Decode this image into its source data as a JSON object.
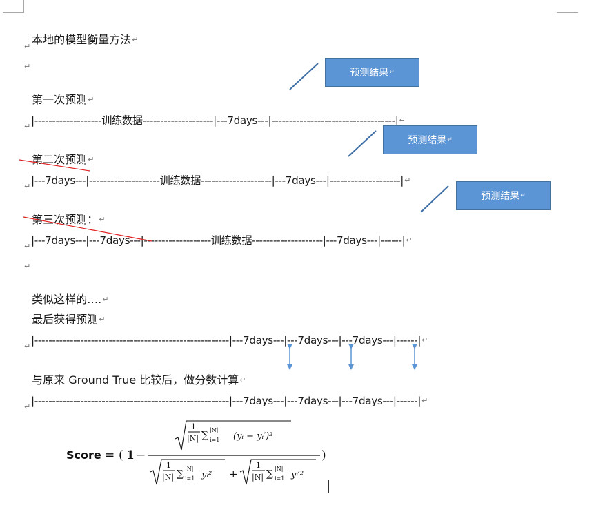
{
  "title": "本地的模型衡量方法",
  "para_mark": "↵",
  "rounds": [
    {
      "label": "第一次预测",
      "timeline": "|-------------------训练数据--------------------|---7days---|-----------------------------------|",
      "result_label": "预测结果"
    },
    {
      "label": "第二次预测",
      "timeline": "|---7days---|--------------------训练数据--------------------|---7days---|--------------------|",
      "result_label": "预测结果"
    },
    {
      "label": "第三次预测：",
      "timeline": "|---7days---|---7days---|-------------------训练数据--------------------|---7days---|------|",
      "result_label": "预测结果"
    }
  ],
  "similar_text": "类似这样的….",
  "final_label": "最后获得预测",
  "final_timeline": "|-------------------------------------------------------|---7days---|---7days---|---7days---|------|",
  "compare_text": "与原来 Ground True 比较后，做分数计算",
  "truth_timeline": "|-------------------------------------------------------|---7days---|---7days---|---7days---|------|",
  "formula": {
    "lhs": "Score",
    "eq": "=",
    "open": "(",
    "one": "1",
    "minus": "−",
    "frac_1": "1",
    "frac_N": "|N|",
    "sum": "∑",
    "sum_upper": "|N|",
    "sum_lower": "i=1",
    "num_term": "(yᵢ − yᵢ′)²",
    "den_term_a": "yᵢ²",
    "den_term_b": "yᵢ′²",
    "plus": "+",
    "close": ")"
  },
  "colors": {
    "box_fill": "#5b95d5",
    "box_border": "#41719c",
    "connector": "#3e6fa6",
    "arrow": "#5b95d5",
    "strike": "#e02020"
  }
}
